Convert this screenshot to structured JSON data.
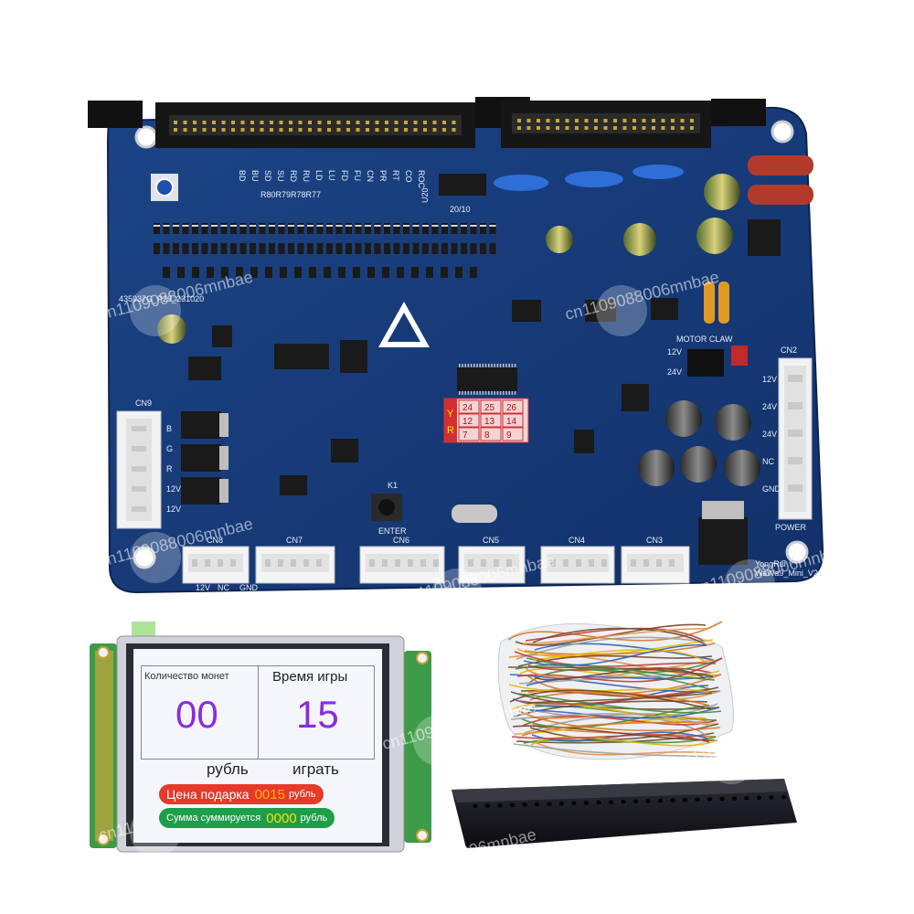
{
  "watermark": "cn1109088006mnbae",
  "board": {
    "connectors": [
      "CN9",
      "CN8",
      "CN7",
      "CN6",
      "CN5",
      "CN4",
      "CN3",
      "CN2"
    ],
    "power_label": "POWER",
    "motor_claw_label": "MOTOR CLAW",
    "key_label": "K1",
    "enter_label": "ENTER",
    "model_label": "WaWa9_Mini_V21",
    "brand_label": "YongRui",
    "voltage_12v": "12V",
    "voltage_24v": "24V",
    "cn9_pins": [
      "B",
      "G",
      "R",
      "12V",
      "12V"
    ],
    "cn8_pins": [
      "12V",
      "NC",
      "GND"
    ],
    "power_pins": [
      "12V",
      "24V",
      "24V",
      "NC",
      "GND"
    ],
    "sticker_row1": [
      "24",
      "25",
      "26"
    ],
    "sticker_row2": [
      "12",
      "13",
      "14"
    ],
    "sticker_row3": [
      "7",
      "8",
      "9"
    ],
    "sticker_side": [
      "Y",
      "R"
    ],
    "date_code": "435937G_P29_231020",
    "top_pins": [
      "BD",
      "BU",
      "SD",
      "SU",
      "RD",
      "RU",
      "LD",
      "LU",
      "FD",
      "FU",
      "CN",
      "PR",
      "RT",
      "CO",
      "ROC"
    ],
    "resistor_labels": "R80R79R78R77",
    "chip_label": "U20",
    "count_label": "20/10"
  },
  "lcd": {
    "col1_title": "Количество монет",
    "col2_title": "Время игры",
    "coins_value": "00",
    "time_value": "15",
    "ruble_label": "рубль",
    "play_label": "играть",
    "gift_price_label": "Цена подарка",
    "gift_price_value": "0015",
    "gift_price_unit": "рубль",
    "sum_label": "Сумма суммируется",
    "sum_value": "0000",
    "sum_unit": "рубль"
  },
  "colors": {
    "pcb": "#163a78",
    "lcd_digits": "#8a2be2",
    "pill_red": "#e63a2a",
    "pill_green": "#1f9e4a",
    "value_orange": "#ffb000",
    "value_yellow": "#ffe000"
  }
}
